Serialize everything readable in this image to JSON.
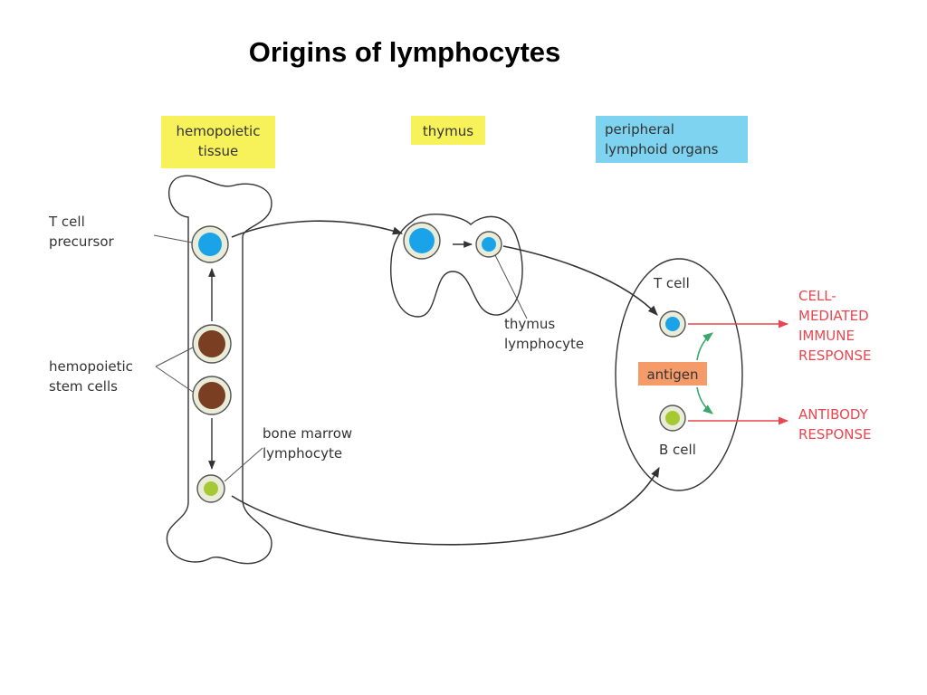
{
  "title": "Origins of lymphocytes",
  "headers": {
    "hemopoietic_line1": "hemopoietic",
    "hemopoietic_line2": "tissue",
    "thymus": "thymus",
    "peripheral_line1": "peripheral",
    "peripheral_line2": "lymphoid organs"
  },
  "labels": {
    "t_cell_precursor_line1": "T cell",
    "t_cell_precursor_line2": "precursor",
    "stem_cells_line1": "hemopoietic",
    "stem_cells_line2": "stem cells",
    "bone_marrow_line1": "bone marrow",
    "bone_marrow_line2": "lymphocyte",
    "thymus_lymph_line1": "thymus",
    "thymus_lymph_line2": "lymphocyte",
    "t_cell": "T cell",
    "b_cell": "B cell",
    "antigen": "antigen"
  },
  "responses": {
    "cell_mediated_line1": "CELL-",
    "cell_mediated_line2": "MEDIATED",
    "cell_mediated_line3": "IMMUNE",
    "cell_mediated_line4": "RESPONSE",
    "antibody_line1": "ANTIBODY",
    "antibody_line2": "RESPONSE"
  },
  "colors": {
    "yellow_box": "#f7f25a",
    "blue_box": "#7dd3f0",
    "antigen_box": "#f59b6a",
    "t_cell_nucleus": "#1aa3e8",
    "stem_cell_nucleus": "#7a3f22",
    "b_cell_nucleus": "#a6c832",
    "response_red": "#e8474f",
    "arrow_green": "#3aa86a"
  }
}
